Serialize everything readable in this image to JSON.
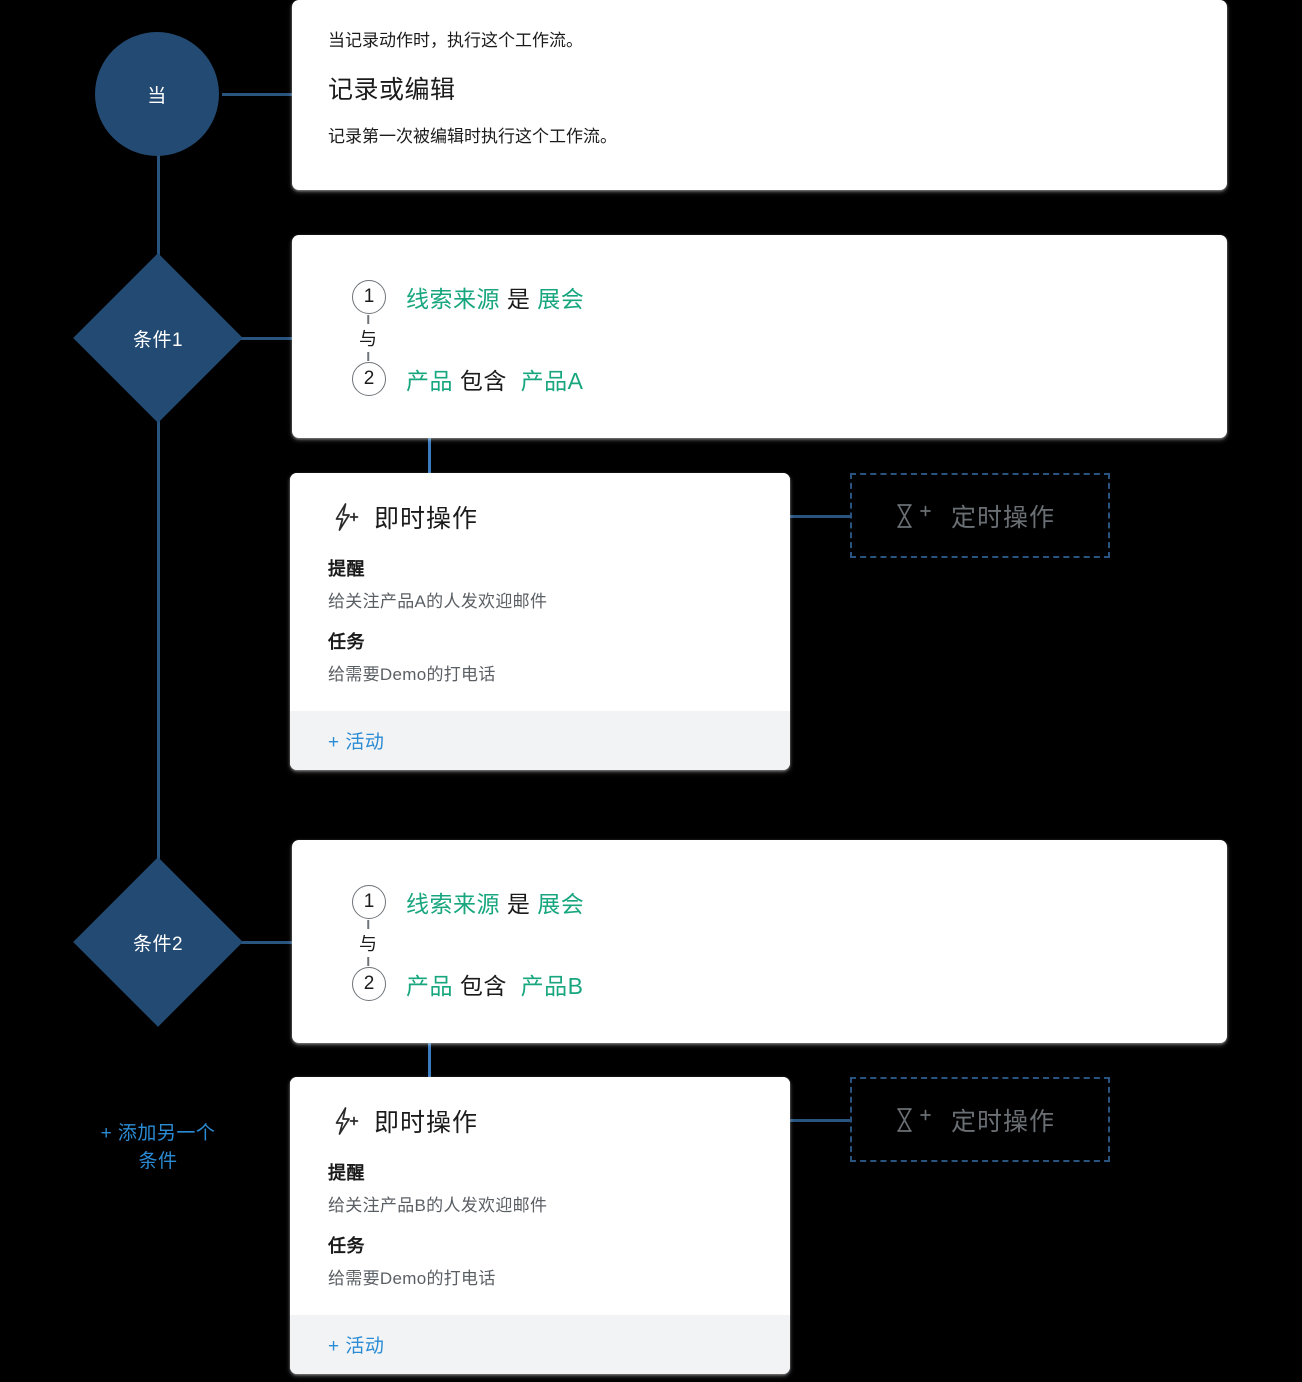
{
  "trigger": {
    "node_label": "当",
    "top_text": "当记录动作时，执行这个工作流。",
    "title": "记录或编辑",
    "sub_text": "记录第一次被编辑时执行这个工作流。"
  },
  "branches": [
    {
      "node_label": "条件1",
      "conditions": [
        {
          "index": "1",
          "field": "线索来源",
          "operator": "是",
          "value": "展会"
        },
        {
          "index": "2",
          "field": "产品",
          "operator": "包含",
          "value": "产品A"
        }
      ],
      "joiner": "与",
      "action": {
        "icon": "lightning-plus-icon",
        "head_label": "即时操作",
        "groups": [
          {
            "title": "提醒",
            "desc": "给关注产品A的人发欢迎邮件"
          },
          {
            "title": "任务",
            "desc": "给需要Demo的打电话"
          }
        ],
        "footer_label": "+ 活动"
      },
      "scheduled": {
        "icon": "hourglass-plus-icon",
        "label": "定时操作"
      }
    },
    {
      "node_label": "条件2",
      "conditions": [
        {
          "index": "1",
          "field": "线索来源",
          "operator": "是",
          "value": "展会"
        },
        {
          "index": "2",
          "field": "产品",
          "operator": "包含",
          "value": "产品B"
        }
      ],
      "joiner": "与",
      "action": {
        "icon": "lightning-plus-icon",
        "head_label": "即时操作",
        "groups": [
          {
            "title": "提醒",
            "desc": "给关注产品B的人发欢迎邮件"
          },
          {
            "title": "任务",
            "desc": "给需要Demo的打电话"
          }
        ],
        "footer_label": "+ 活动"
      },
      "scheduled": {
        "icon": "hourglass-plus-icon",
        "label": "定时操作"
      }
    }
  ],
  "add_condition": {
    "line1": "+ 添加另一个",
    "line2": "条件"
  },
  "colors": {
    "node_blue": "#234a72",
    "connector_blue": "#2a5480",
    "connector_light_blue": "#3a7bbf",
    "field_green": "#17a67e",
    "link_blue": "#2b8bd4",
    "muted_gray": "#6a6f74",
    "footer_bg": "#f2f3f4"
  }
}
